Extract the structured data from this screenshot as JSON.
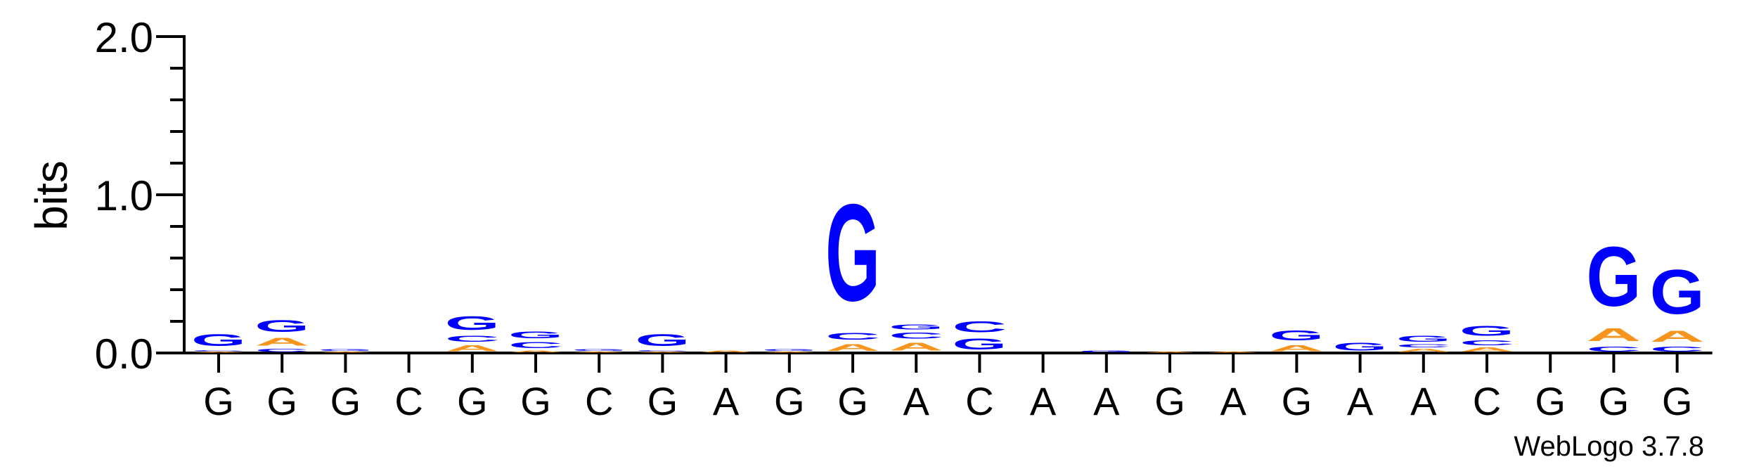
{
  "chart_data": {
    "type": "sequence-logo",
    "ylabel": "bits",
    "ylim": [
      0,
      2.0
    ],
    "yticks": [
      {
        "value": 0.0,
        "label": "0.0"
      },
      {
        "value": 1.0,
        "label": "1.0"
      },
      {
        "value": 2.0,
        "label": "2.0"
      }
    ],
    "sequence": [
      "G",
      "G",
      "G",
      "C",
      "G",
      "G",
      "C",
      "G",
      "A",
      "G",
      "G",
      "A",
      "C",
      "A",
      "A",
      "G",
      "A",
      "G",
      "A",
      "A",
      "C",
      "G",
      "G",
      "G"
    ],
    "colors": {
      "A": "#f7941d",
      "C": "#0000ff",
      "G": "#0000ff",
      "T": "#ff0000",
      "U": "#f7941d"
    },
    "positions": [
      {
        "stack": [
          {
            "letter": "A",
            "bits": 0.01
          },
          {
            "letter": "C",
            "bits": 0.01
          },
          {
            "letter": "G",
            "bits": 0.12
          }
        ]
      },
      {
        "stack": [
          {
            "letter": "C",
            "bits": 0.03
          },
          {
            "letter": "A",
            "bits": 0.08
          },
          {
            "letter": "G",
            "bits": 0.12
          }
        ]
      },
      {
        "stack": [
          {
            "letter": "A",
            "bits": 0.01
          },
          {
            "letter": "G",
            "bits": 0.02
          }
        ]
      },
      {
        "stack": []
      },
      {
        "stack": [
          {
            "letter": "A",
            "bits": 0.06
          },
          {
            "letter": "C",
            "bits": 0.06
          },
          {
            "letter": "G",
            "bits": 0.14
          }
        ]
      },
      {
        "stack": [
          {
            "letter": "A",
            "bits": 0.02
          },
          {
            "letter": "C",
            "bits": 0.06
          },
          {
            "letter": "G",
            "bits": 0.07
          }
        ]
      },
      {
        "stack": [
          {
            "letter": "A",
            "bits": 0.01
          },
          {
            "letter": "G",
            "bits": 0.02
          }
        ]
      },
      {
        "stack": [
          {
            "letter": "A",
            "bits": 0.01
          },
          {
            "letter": "C",
            "bits": 0.01
          },
          {
            "letter": "G",
            "bits": 0.12
          }
        ]
      },
      {
        "stack": [
          {
            "letter": "A",
            "bits": 0.02
          }
        ]
      },
      {
        "stack": [
          {
            "letter": "A",
            "bits": 0.01
          },
          {
            "letter": "G",
            "bits": 0.02
          }
        ]
      },
      {
        "stack": [
          {
            "letter": "A",
            "bits": 0.07
          },
          {
            "letter": "C",
            "bits": 0.07
          },
          {
            "letter": "G",
            "bits": 0.98
          }
        ]
      },
      {
        "stack": [
          {
            "letter": "A",
            "bits": 0.08
          },
          {
            "letter": "C",
            "bits": 0.06
          },
          {
            "letter": "G",
            "bits": 0.05
          }
        ]
      },
      {
        "stack": [
          {
            "letter": "G",
            "bits": 0.11
          },
          {
            "letter": "C",
            "bits": 0.11
          }
        ]
      },
      {
        "stack": []
      },
      {
        "stack": [
          {
            "letter": "G",
            "bits": 0.02
          }
        ]
      },
      {
        "stack": [
          {
            "letter": "A",
            "bits": 0.01
          }
        ]
      },
      {
        "stack": [
          {
            "letter": "A",
            "bits": 0.01
          }
        ]
      },
      {
        "stack": [
          {
            "letter": "A",
            "bits": 0.06
          },
          {
            "letter": "G",
            "bits": 0.1
          }
        ]
      },
      {
        "stack": [
          {
            "letter": "G",
            "bits": 0.08
          }
        ]
      },
      {
        "stack": [
          {
            "letter": "A",
            "bits": 0.03
          },
          {
            "letter": "C",
            "bits": 0.03
          },
          {
            "letter": "G",
            "bits": 0.06
          }
        ]
      },
      {
        "stack": [
          {
            "letter": "A",
            "bits": 0.04
          },
          {
            "letter": "C",
            "bits": 0.05
          },
          {
            "letter": "G",
            "bits": 0.1
          }
        ]
      },
      {
        "stack": []
      },
      {
        "stack": [
          {
            "letter": "C",
            "bits": 0.05
          },
          {
            "letter": "A",
            "bits": 0.13
          },
          {
            "letter": "G",
            "bits": 0.6
          }
        ]
      },
      {
        "stack": [
          {
            "letter": "C",
            "bits": 0.05
          },
          {
            "letter": "A",
            "bits": 0.11
          },
          {
            "letter": "G",
            "bits": 0.45
          }
        ]
      }
    ],
    "credit": "WebLogo 3.7.8"
  }
}
